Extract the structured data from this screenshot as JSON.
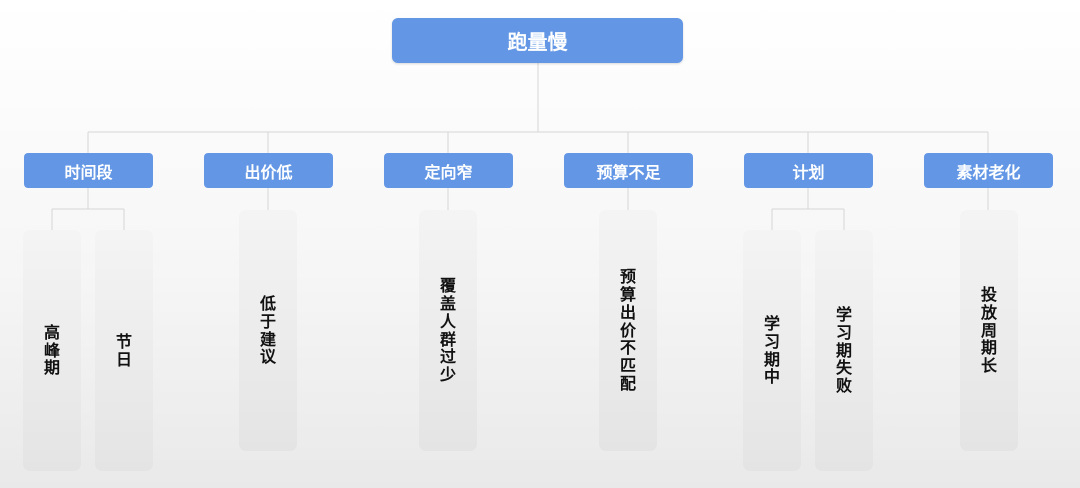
{
  "root": {
    "label": "跑量慢"
  },
  "categories": [
    {
      "label": "时间段",
      "leaves": [
        "高峰期",
        "节日"
      ]
    },
    {
      "label": "出价低",
      "leaves": [
        "低于建议"
      ]
    },
    {
      "label": "定向窄",
      "leaves": [
        "覆盖人群过少"
      ]
    },
    {
      "label": "预算不足",
      "leaves": [
        "预算出价不匹配"
      ]
    },
    {
      "label": "计划",
      "leaves": [
        "学习期中",
        "学习期失败"
      ]
    },
    {
      "label": "素材老化",
      "leaves": [
        "投放周期长"
      ]
    }
  ],
  "colors": {
    "node_fill": "#6397e5",
    "connector": "#d6d6d6",
    "leaf_text": "#111111"
  }
}
